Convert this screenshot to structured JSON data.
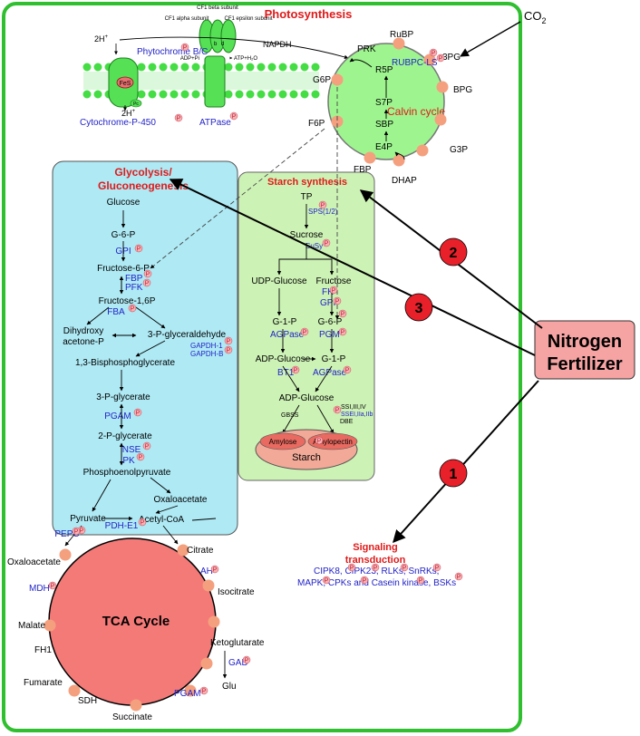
{
  "titles": {
    "photosynthesis": "Photosynthesis",
    "glycolysis_line1": "Glycolysis/",
    "glycolysis_line2": "Gluconeogenesis",
    "starch_synthesis": "Starch synthesis",
    "signaling_line1": "Signaling",
    "signaling_line2": "transduction",
    "calvin_cycle": "Calvin cycle",
    "tca_cycle": "TCA Cycle",
    "starch": "Starch"
  },
  "nitrogen": {
    "line1": "Nitrogen",
    "line2": "Fertilizer"
  },
  "numbers": {
    "one": "1",
    "two": "2",
    "three": "3"
  },
  "co2": {
    "base": "CO",
    "sub": "2"
  },
  "photo": {
    "h_top": "2H",
    "h_bot": "2H",
    "plus": "+",
    "napdh": "NAPDH",
    "prk": "PRK",
    "phytochrome": "Phytochrome B/C",
    "cytochrome": "Cytochrome-P-450",
    "atpase": "ATPase",
    "fes": "FeS",
    "pc": "Pc",
    "adp": "ADP+Pi",
    "atp": "ATP+H₂O",
    "cf1_beta": "CF1 beta subunit",
    "cf1_alpha": "CF1 alpha subunit",
    "cf1_epsilon": "CF1 epsilon subunit",
    "b": "b",
    "d": "d"
  },
  "calvin": {
    "rubp": "RuBP",
    "r5p": "R5P",
    "s7p": "S7P",
    "sbp": "SBP",
    "e4p": "E4P",
    "g6p": "G6P",
    "f6p": "F6P",
    "fbp": "FBP",
    "dhap": "DHAP",
    "g3p": "G3P",
    "bpg": "BPG",
    "pga": "3PG",
    "rubpc": "RUBPC-LS"
  },
  "glyc": {
    "glucose": "Glucose",
    "g6p": "G-6-P",
    "gpi": "GPI",
    "f6p": "Fructose-6-P",
    "fbp": "FBP",
    "pfk": "PFK",
    "f16p": "Fructose-1,6P",
    "fba": "FBA",
    "dhap1": "Dihydroxy",
    "dhap2": "acetone-P",
    "g3p": "3-P-glyceraldehyde",
    "gapdh1": "GAPDH-1",
    "gapdhb": "GAPDH-B",
    "bpg": "1,3-Bisphosphoglycerate",
    "pg3": "3-P-glycerate",
    "pgam": "PGAM",
    "pg2": "2-P-glycerate",
    "nse": "NSE",
    "pk": "PK",
    "pep": "Phosphoenolpyruvate",
    "oaa": "Oxaloacetate",
    "pyruvate": "Pyruvate",
    "acoa": "Acetyl-CoA",
    "pepc": "PEPC",
    "pdh": "PDH-E1"
  },
  "tca": {
    "oxaloacetate": "Oxaloacetate",
    "citrate": "Citrate",
    "ah": "AH",
    "isocitrate": "Isocitrate",
    "mdh": "MDH",
    "malate": "Malate",
    "fh1": "FH1",
    "ketoglutarate": "Ketoglutarate",
    "gad": "GAD",
    "glu": "Glu",
    "fumarate": "Fumarate",
    "sdh": "SDH",
    "pgam": "PGAM",
    "succinate": "Succinate"
  },
  "starch": {
    "tp": "TP",
    "sps": "SPS(1/2)",
    "sucrose": "Sucrose",
    "susy": "SuSy",
    "udpg": "UDP-Glucose",
    "fructose": "Fructose",
    "fk": "FK",
    "gpi": "GPI",
    "g1p": "G-1-P",
    "agpase1": "AGPase",
    "g6p": "G-6-P",
    "pgm": "PGM",
    "adpg1": "ADP-Glucose",
    "bt1": "BT1",
    "g1p2": "G-1-P",
    "agpase2": "AGPase",
    "adpg2": "ADP-Glucose",
    "ssi": "SSI,III,IV",
    "ssei": "SSEI,IIa,IIb",
    "gbss": "GBSS",
    "dbe": "DBE",
    "amylose": "Amylose",
    "amylopectin": "Amylopectin"
  },
  "signaling": {
    "line1": "CIPK8, CIPK23, RLKs, SnRKs,",
    "line2": "MAPK, CPKs and Casein kinase, BSKs"
  },
  "p": "P",
  "colors": {
    "border": "#2fbf2f",
    "glycolysis_bg": "#aee9f4",
    "starch_bg": "#cdf2b5",
    "calvin": "#9ef58f",
    "tca": "#f47a78",
    "node": "#f4a07e",
    "nitrogen_bg": "#f6a3a3",
    "red_circle": "#e8202a",
    "enzyme": "#2323c8"
  }
}
